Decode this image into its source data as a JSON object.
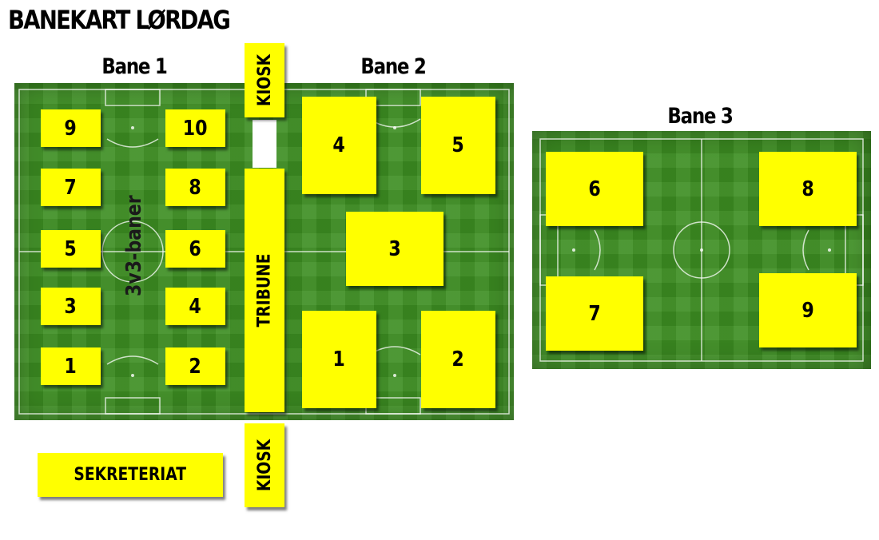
{
  "title": "BANEKART LØRDAG",
  "fields": {
    "bane1": {
      "label": "Bane 1",
      "sublabel": "3v3-baner",
      "pitches": [
        "9",
        "10",
        "7",
        "8",
        "5",
        "6",
        "3",
        "4",
        "1",
        "2"
      ]
    },
    "bane2": {
      "label": "Bane 2",
      "pitches": [
        "4",
        "5",
        "3",
        "1",
        "2"
      ]
    },
    "bane3": {
      "label": "Bane 3",
      "pitches": [
        "6",
        "8",
        "7",
        "9"
      ]
    }
  },
  "facilities": {
    "kiosk_top": "KIOSK",
    "kiosk_bottom": "KIOSK",
    "tribune": "TRIBUNE",
    "sekreteriat": "SEKRETERIAT"
  },
  "colors": {
    "pitch_box": "#ffff00",
    "grass": "#3d8f22"
  }
}
